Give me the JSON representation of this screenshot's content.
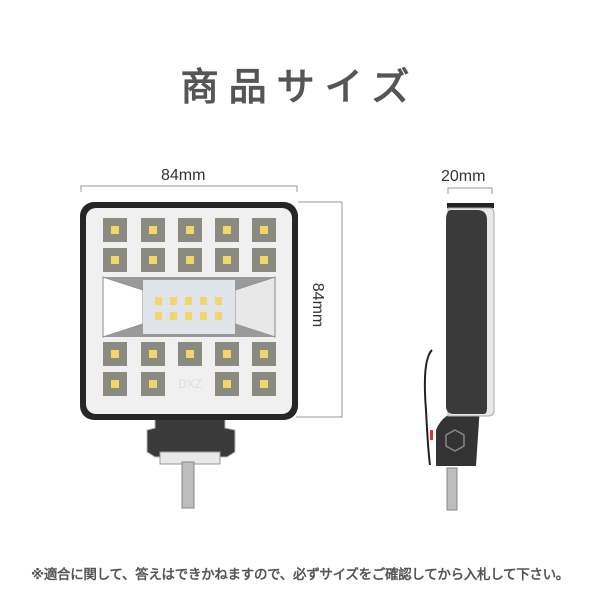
{
  "title": "商品サイズ",
  "dimensions": {
    "width": "84mm",
    "height": "84mm",
    "depth": "20mm"
  },
  "brand_mark": "DXZ",
  "led_color": "#f3d66a",
  "housing_color": "#2b2b2b",
  "note": "※適合に関して、答えはできかねますので、必ずサイズをご確認してから入札して下さい。"
}
